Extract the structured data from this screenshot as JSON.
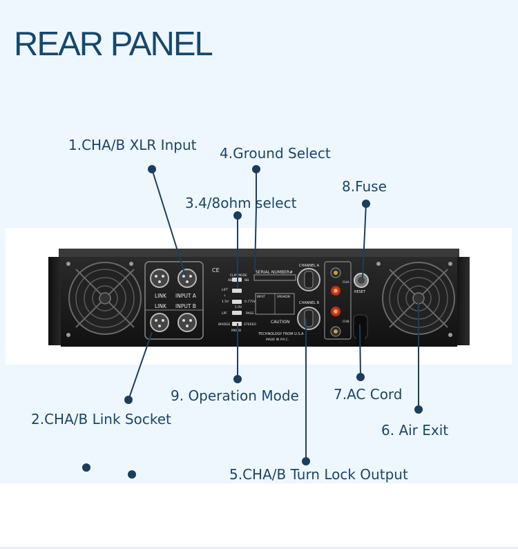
{
  "title": "REAR PANEL",
  "callouts": {
    "xlr_input": "1.CHA/B XLR Input",
    "ground_select": "4.Ground Select",
    "fuse": "8.Fuse",
    "ohm_select": "3.4/8ohm select",
    "operation_mode": "9. Operation Mode",
    "ac_cord": "7.AC Cord",
    "link_socket": "2.CHA/B Link Socket",
    "air_exit": "6. Air Exit",
    "turn_lock_output": "5.CHA/B Turn Lock Output"
  },
  "panel": {
    "link_top": "LINK",
    "input_a": "INPUT A",
    "link_bottom": "LINK",
    "input_b": "INPUT B",
    "ce_mark": "CE",
    "clip_mode": "CLIP MODE",
    "ohm_4": "4Ω",
    "ohm_8": "8Ω",
    "lift": "LIFT",
    "lift_sym": "⊥",
    "v_1_5": "1.5V",
    "v_0_775": "0.775V",
    "v_1_0": "1.0V",
    "lpf": "LPF",
    "pass": "PASS",
    "bridge": "BRIDGE",
    "stereo": "STEREO",
    "mono": "MONO",
    "serial": "SERIAL NUMBER#",
    "channel_a": "CHANNEL A",
    "channel_b": "CHANNEL B",
    "input_box": "INPUT",
    "speakon_box": "SPEAKON",
    "caution": "CAUTION",
    "technology": "TECHNOLOGY FROM U.S.A",
    "made_in": "MADE IN P.R.C.",
    "cha_label": "CHA",
    "chb_label": "CHB",
    "reset": "RESET"
  },
  "colors": {
    "title": "#16486e",
    "label": "#1a4566",
    "leader": "#1c3d5c",
    "background": "#eef7fd",
    "chassis": "#1b1b1b",
    "binding_post_red": "#c8322a"
  }
}
